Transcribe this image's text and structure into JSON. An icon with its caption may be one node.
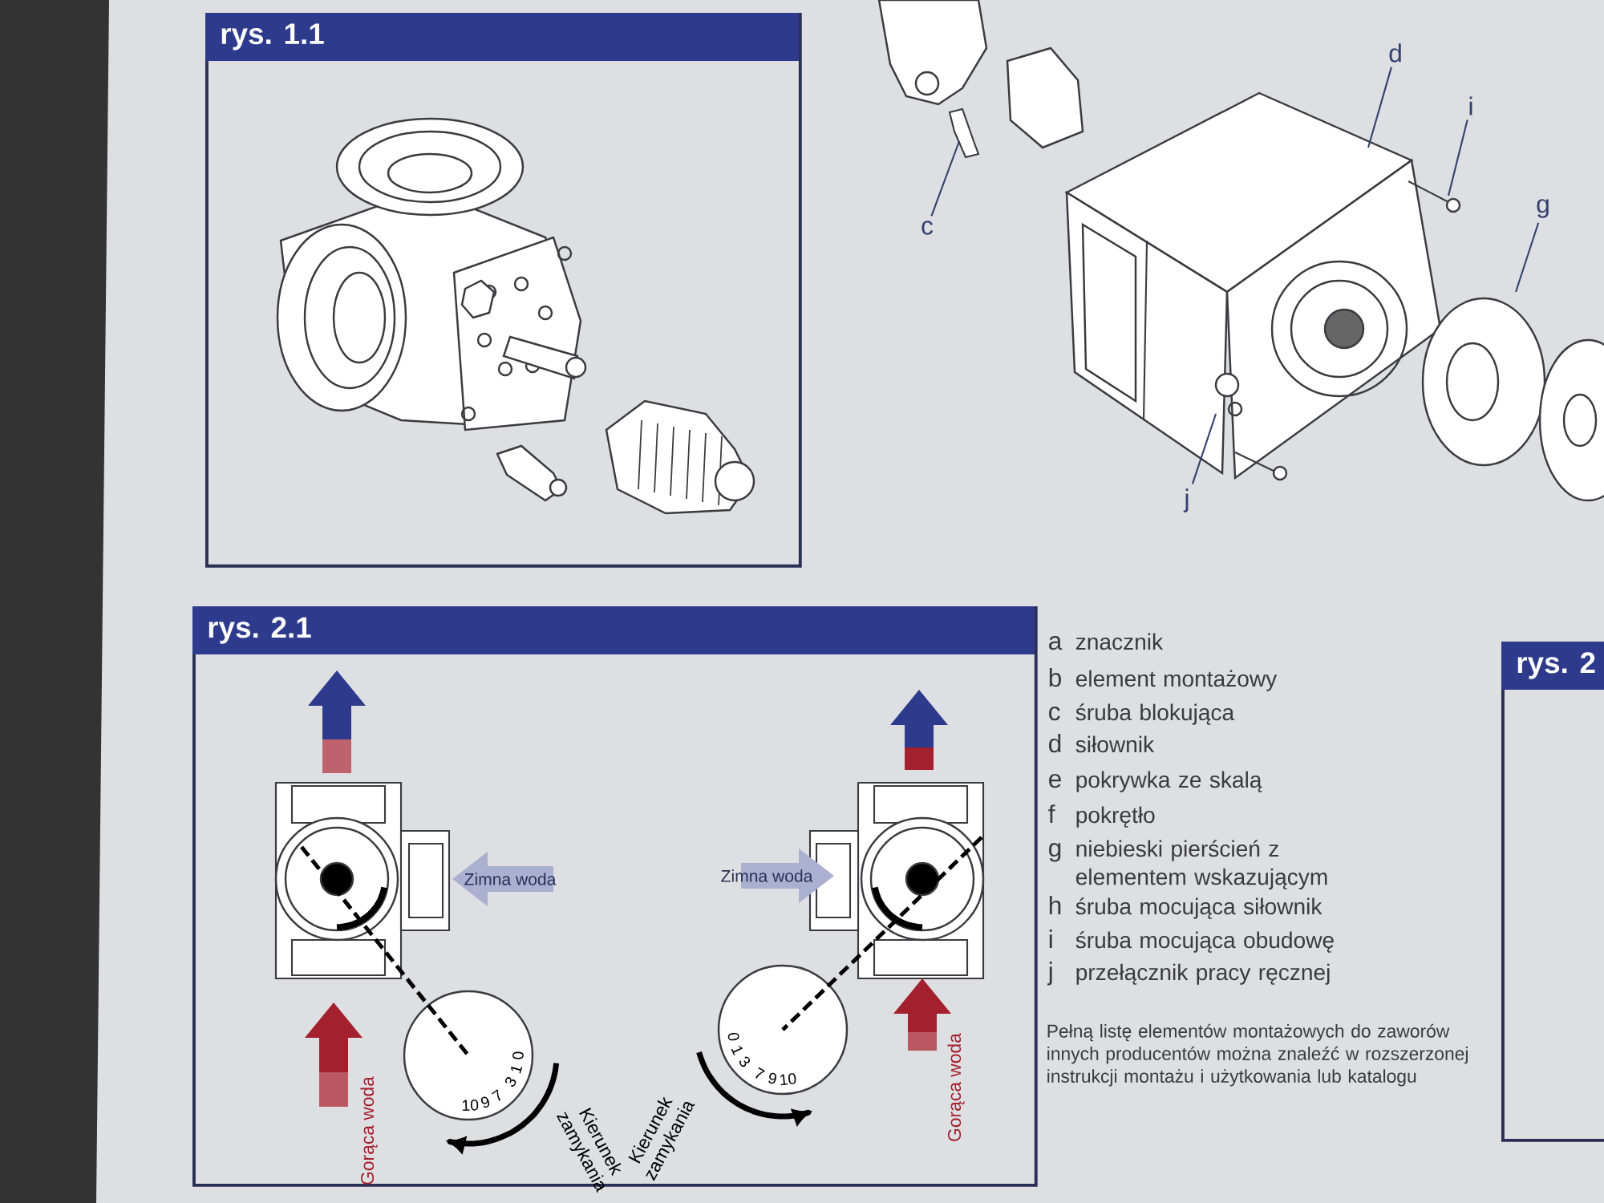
{
  "diagram": {
    "nodes": [
      {
        "text": [
          "rys. 1.1"
        ]
      },
      {
        "text": [
          "rys. 2.1"
        ]
      },
      {
        "text": [
          "rys. 2"
        ]
      },
      {
        "text": [
          "c"
        ]
      },
      {
        "text": [
          "d"
        ]
      },
      {
        "text": [
          "i"
        ]
      },
      {
        "text": [
          "g"
        ]
      },
      {
        "text": [
          "j"
        ]
      }
    ],
    "edges": [
      {
        "from": 3,
        "to": null,
        "arrow": "none"
      },
      {
        "from": 4,
        "to": null,
        "arrow": "none"
      },
      {
        "from": 5,
        "to": null,
        "arrow": "none"
      },
      {
        "from": 6,
        "to": null,
        "arrow": "none"
      },
      {
        "from": 7,
        "to": null,
        "arrow": "none"
      }
    ],
    "labels": [
      "a",
      "znacznik",
      "b",
      "element montażowy",
      "c",
      "śruba blokująca",
      "d",
      "siłownik",
      "e",
      "pokrywka ze skalą",
      "f",
      "pokrętło",
      "g",
      "niebieski pierścień z elementem wskazującym",
      "h",
      "śruba mocująca siłownik",
      "i",
      "śruba mocująca obudowę",
      "j",
      "przełącznik pracy ręcznej",
      "Pełną listę elementów montażowych do zaworów innych producentów można znaleźć w rozszerzonej instrukcji montażu i użytkowania lub katalogu",
      "Zimna woda",
      "Gorąca woda",
      "Kierunek zamykania",
      "10",
      "9",
      "7",
      "3",
      "1",
      "0",
      "Zimna woda",
      "Kierunek zamykania",
      "0",
      "1",
      "3",
      "7",
      "9",
      "10",
      "Gorąca woda"
    ]
  }
}
